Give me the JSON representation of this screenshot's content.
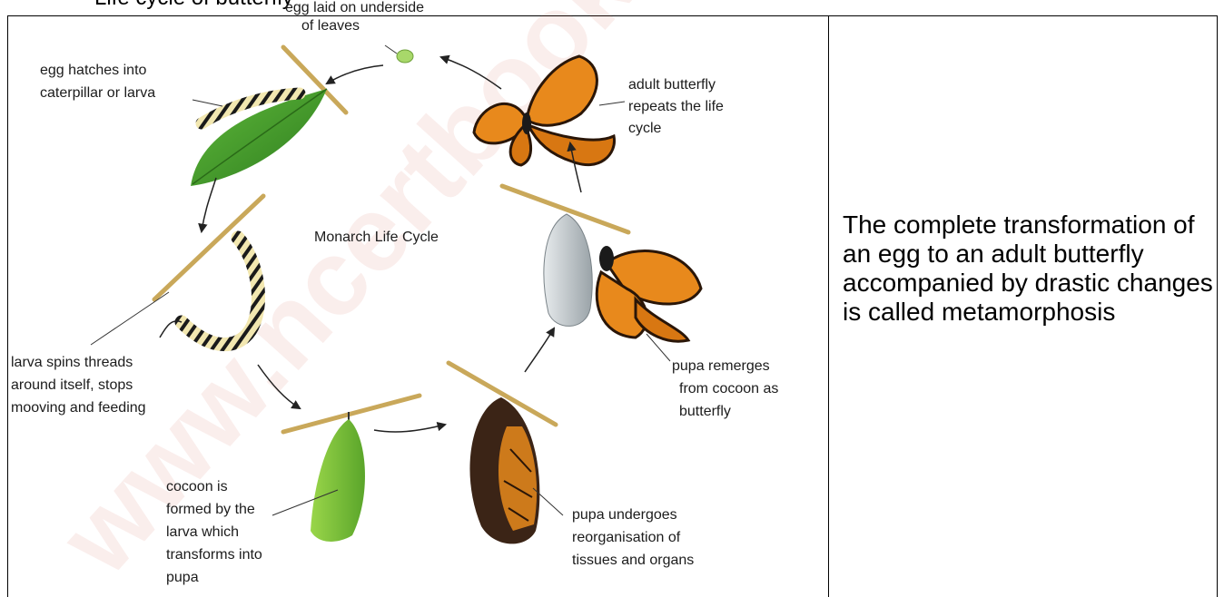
{
  "heading": "Life cycle of butterfly",
  "diagram": {
    "center_title": "Monarch Life Cycle",
    "stages": {
      "egg": [
        "egg laid on underside",
        "of leaves"
      ],
      "caterpillar": [
        "egg hatches into",
        "caterpillar or larva"
      ],
      "spinning": [
        "larva spins threads",
        "around itself, stops",
        "mooving and feeding"
      ],
      "cocoon": [
        "cocoon is",
        "formed by the",
        "larva which",
        "transforms into",
        "pupa"
      ],
      "pupa": [
        "pupa undergoes",
        "reorganisation of",
        "tissues and organs"
      ],
      "emerging": [
        "pupa remerges",
        "from cocoon as",
        "butterfly"
      ],
      "adult": [
        "adult butterfly",
        "repeats the life",
        "cycle"
      ]
    },
    "watermark": "www.ncertbooks.guru"
  },
  "description": "The complete transformation of an egg to an adult butterfly accompanied by drastic changes is called metamorphosis",
  "colors": {
    "leaf_green": "#3f9a2a",
    "cocoon_green": "#7cc23a",
    "wing_orange": "#e8891c",
    "twig": "#c9a85a",
    "watermark": "#d24b3c"
  }
}
